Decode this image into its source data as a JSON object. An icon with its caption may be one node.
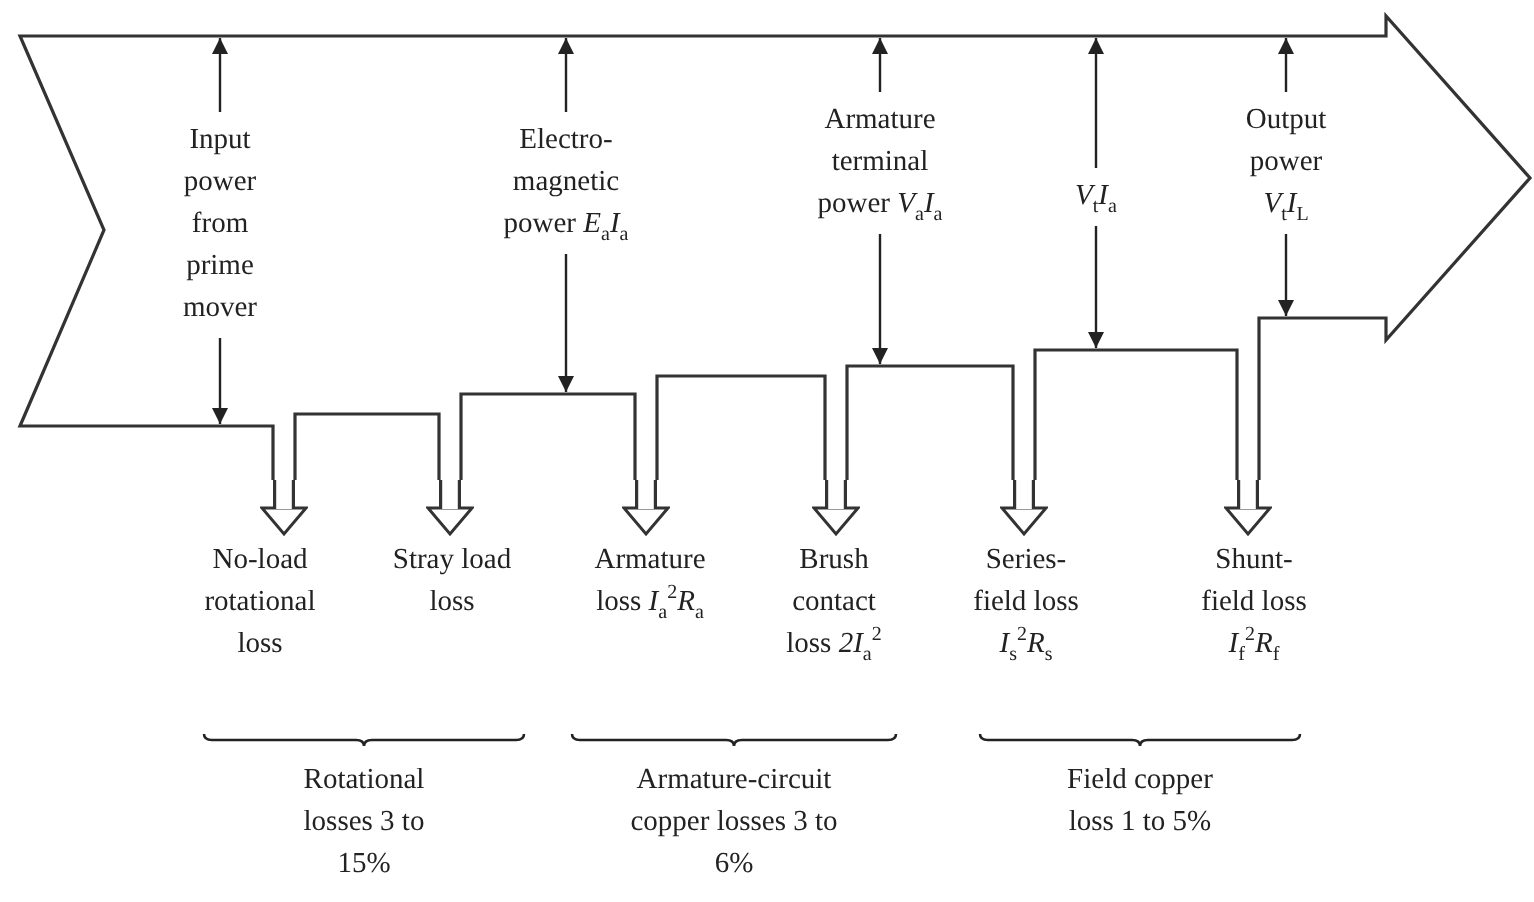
{
  "diagram": {
    "nodes": [
      {
        "text": [],
        "shape": "arrow"
      },
      {
        "text": [
          "No-load rotational loss"
        ]
      },
      {
        "text": [
          "Stray load loss"
        ]
      },
      {
        "text": [
          "Armature loss *I*$_{a}$$^{2}$*R*$_{a}$"
        ]
      },
      {
        "text": [
          "Brush contact loss *2I*$_{a}$$^{2}$"
        ]
      },
      {
        "text": [
          "Series-field loss *I*$_{s}$$^{2}$*R*$_{s}$"
        ]
      },
      {
        "text": [
          "Shunt-field loss *I*$_{f}$$^{2}$*R*$_{f}$"
        ]
      }
    ],
    "edges": [
      {
        "from": 0,
        "to": 1,
        "arrow": "to"
      },
      {
        "from": 0,
        "to": 2,
        "arrow": "to"
      },
      {
        "from": 0,
        "to": 3,
        "arrow": "to"
      },
      {
        "from": 0,
        "to": 4,
        "arrow": "to"
      },
      {
        "from": 0,
        "to": 5,
        "arrow": "to"
      },
      {
        "from": 0,
        "to": 6,
        "arrow": "to"
      }
    ],
    "labels": [
      "Input power from prime mover",
      "Electro-magnetic power *E*$_{a}$*I*$_{a}$",
      "Armature terminal power *V*$_{a}$*I*$_{a}$",
      "*V*$_{t}$*I*$_{a}$",
      "Output power *V*$_{t}$*I*$_{L}$",
      "Rotational losses 3 to 15%",
      "Armature-circuit copper losses 3 to 6%",
      "Field copper loss 1 to 5%"
    ]
  }
}
